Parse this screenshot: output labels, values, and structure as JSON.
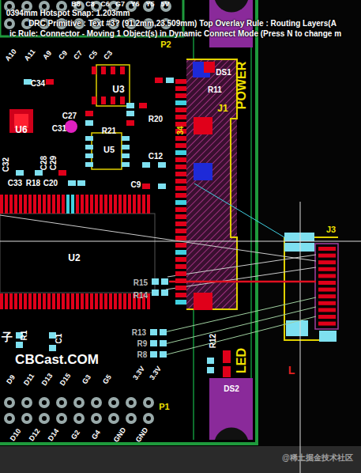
{
  "diagram": {
    "labels": [
      "0394mm Hotspot Snap: 1.203mm",
      "DRC Primitive : Text #3? (91.2mm,23.509mm) Top Overlay Rule : Routing Layers(A",
      "ic Rule: Connector - Moving 1 Object(s) in Dynamic Connect Mode (Press N to change m",
      "B8",
      "C8",
      "C6",
      "G7",
      "Y6",
      "Y5",
      "5V",
      "A10",
      "A11",
      "A9",
      "C9",
      "C7",
      "C5",
      "C3",
      "P2",
      "C34",
      "U3",
      "U6",
      "C31",
      "C27",
      "R21",
      "R20",
      "U5",
      "C12",
      "C32",
      "C28",
      "C29",
      "C33",
      "R18",
      "C20",
      "C9",
      "34",
      "J1",
      "POWER",
      "R11",
      "DS1",
      "U2",
      "R15",
      "R14",
      "R13",
      "R9",
      "R8",
      "J3",
      "L",
      "R12",
      "LED",
      "DS2",
      "子",
      "R1",
      "C1",
      "CBCast.COM",
      "D9",
      "D11",
      "D13",
      "D15",
      "G3",
      "G5",
      "3.3V",
      "3.3V",
      "D10",
      "D12",
      "D14",
      "G2",
      "G4",
      "GND",
      "GND",
      "P1",
      "@稀土掘金技术社区"
    ]
  }
}
